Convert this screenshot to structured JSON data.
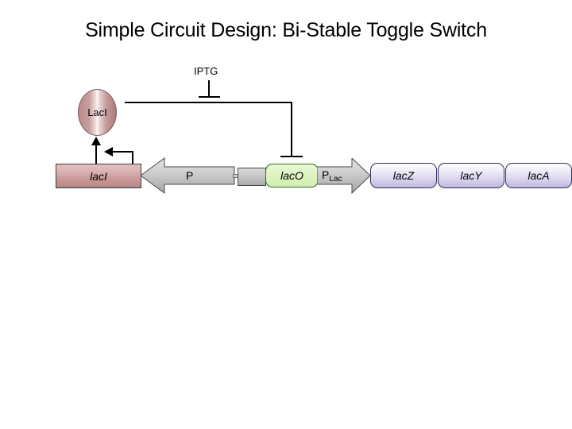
{
  "title": "Simple Circuit Design: Bi-Stable Toggle Switch",
  "nodes": {
    "iptg": {
      "label": "IPTG",
      "kind": "inducer-molecule"
    },
    "laci_protein": {
      "label": "LacI",
      "kind": "repressor-protein"
    },
    "laci_gene": {
      "label": "lacI",
      "kind": "gene"
    },
    "promoter_p": {
      "label": "P",
      "kind": "promoter-arrow",
      "direction": "left"
    },
    "operator_laco": {
      "label": "lacO",
      "kind": "operator"
    },
    "promoter_plac": {
      "label": "P",
      "sublabel": "Lac",
      "kind": "promoter-arrow",
      "direction": "right"
    },
    "gene_lacz": {
      "label": "lacZ",
      "kind": "gene"
    },
    "gene_lacy": {
      "label": "lacY",
      "kind": "gene"
    },
    "gene_laca": {
      "label": "lacA",
      "kind": "gene"
    }
  },
  "edges": [
    {
      "from": "laci_gene",
      "to": "laci_protein",
      "type": "expression-arrow"
    },
    {
      "from": "promoter_p",
      "to": "laci_gene",
      "type": "transcription-arrow"
    },
    {
      "from": "laci_protein",
      "to": "operator_laco",
      "type": "repression-bar"
    },
    {
      "from": "iptg",
      "to": "laci_repression_line",
      "type": "inhibition-bar"
    }
  ],
  "colors": {
    "protein_fill": "#c79d9d",
    "gene_rose_fill": "#cf9f9f",
    "gene_lavender_fill": "#d9d3ec",
    "operator_green_fill": "#dff4c4",
    "arrow_grey_fill": "#c9c9c9",
    "line_stroke": "#000000",
    "background": "#ffffff"
  }
}
